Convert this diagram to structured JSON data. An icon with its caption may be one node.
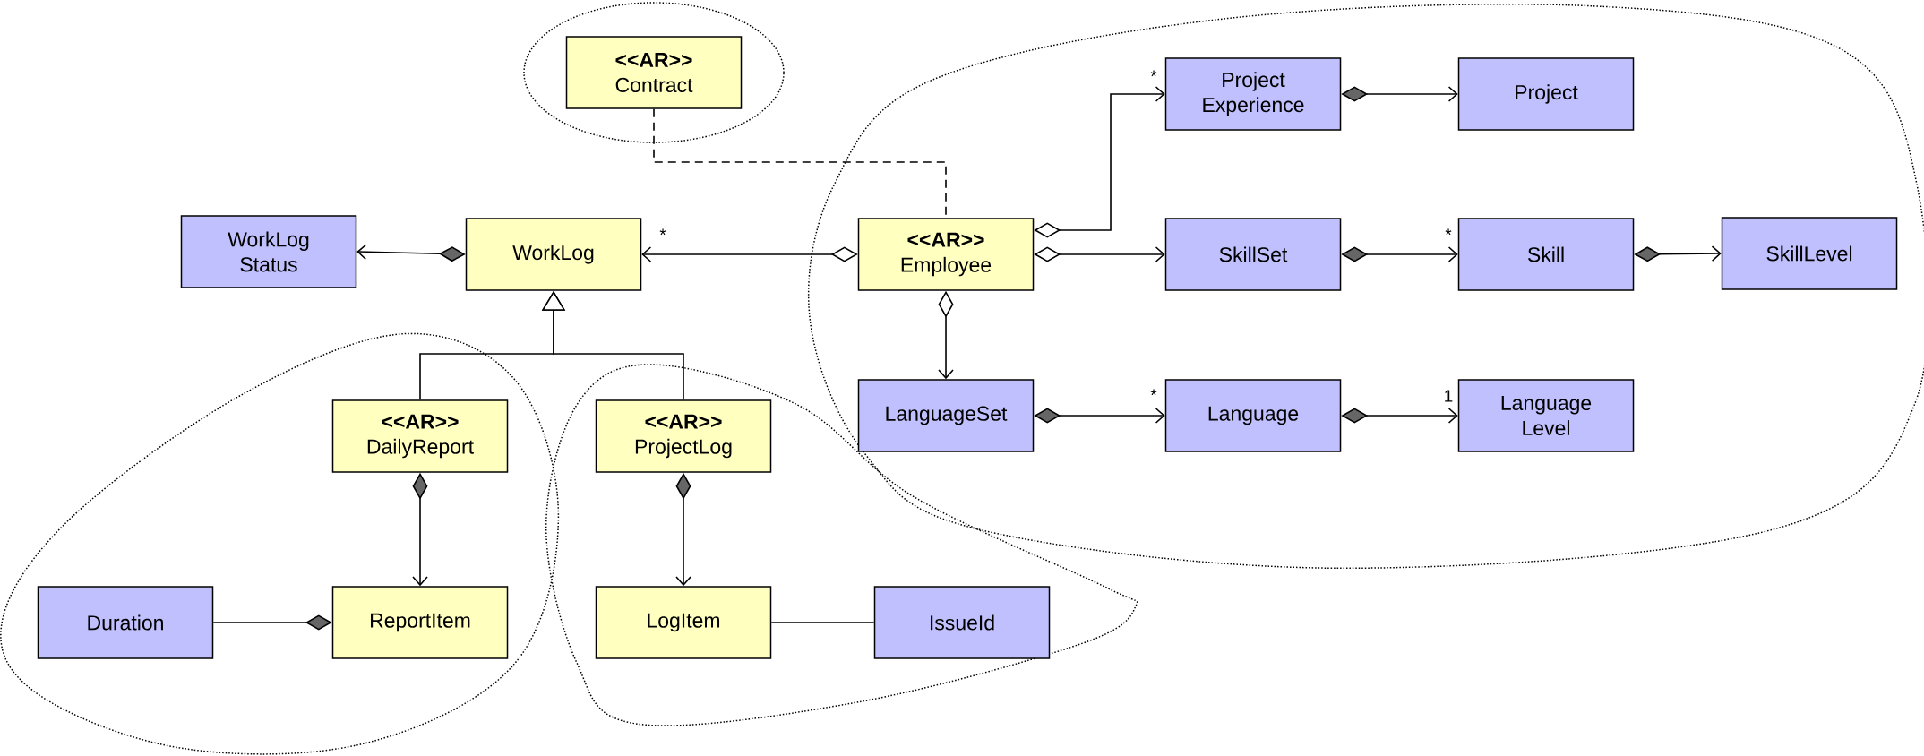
{
  "diagram": {
    "nodes": [
      {
        "text": [
          "<<AR>>",
          "Contract"
        ]
      },
      {
        "text": [
          "WorkLog Status"
        ]
      },
      {
        "text": [
          "WorkLog"
        ]
      },
      {
        "text": [
          "<<AR>>",
          "Employee"
        ]
      },
      {
        "text": [
          "Project Experience"
        ]
      },
      {
        "text": [
          "Project"
        ]
      },
      {
        "text": [
          "SkillSet"
        ]
      },
      {
        "text": [
          "Skill"
        ]
      },
      {
        "text": [
          "SkillLevel"
        ]
      },
      {
        "text": [
          "LanguageSet"
        ]
      },
      {
        "text": [
          "Language"
        ]
      },
      {
        "text": [
          "Language Level"
        ]
      },
      {
        "text": [
          "<<AR>>",
          "DailyReport"
        ]
      },
      {
        "text": [
          "<<AR>>",
          "ProjectLog"
        ]
      },
      {
        "text": [
          "Duration"
        ]
      },
      {
        "text": [
          "ReportItem"
        ]
      },
      {
        "text": [
          "LogItem"
        ]
      },
      {
        "text": [
          "IssueId"
        ]
      }
    ],
    "edges": [
      {
        "from": 2,
        "to": 1,
        "arrow": "to"
      },
      {
        "from": 3,
        "to": 2,
        "arrow": "to",
        "label": "*"
      },
      {
        "from": 3,
        "to": 4,
        "arrow": "to",
        "label": "*"
      },
      {
        "from": 3,
        "to": 6,
        "arrow": "to"
      },
      {
        "from": 3,
        "to": 9,
        "arrow": "to"
      },
      {
        "from": 4,
        "to": 5,
        "arrow": "to"
      },
      {
        "from": 6,
        "to": 7,
        "arrow": "to",
        "label": "*"
      },
      {
        "from": 7,
        "to": 8,
        "arrow": "to"
      },
      {
        "from": 9,
        "to": 10,
        "arrow": "to",
        "label": "*"
      },
      {
        "from": 10,
        "to": 11,
        "arrow": "to",
        "label": "1"
      },
      {
        "from": 12,
        "to": 2,
        "arrow": "to"
      },
      {
        "from": 13,
        "to": 2,
        "arrow": "to"
      },
      {
        "from": 12,
        "to": 15,
        "arrow": "to"
      },
      {
        "from": 13,
        "to": 16,
        "arrow": "to"
      },
      {
        "from": 14,
        "to": 15,
        "arrow": "other"
      },
      {
        "from": 16,
        "to": 17,
        "arrow": "none"
      },
      {
        "from": 0,
        "to": 3,
        "arrow": "none",
        "style": "dashed"
      }
    ]
  }
}
